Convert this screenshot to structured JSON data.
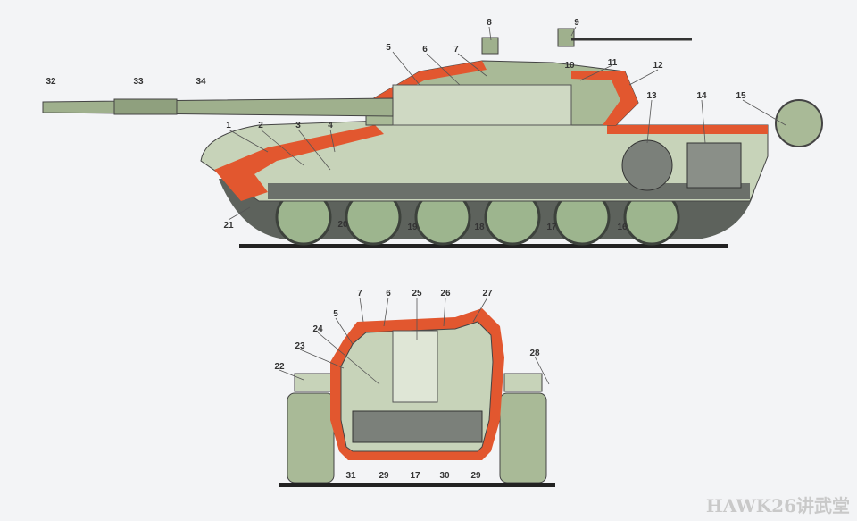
{
  "colors": {
    "background": "#f3f4f6",
    "armor": "#e2572f",
    "hull": "#b9c9a8",
    "dark": "#555a55",
    "ground": "#222222"
  },
  "side_view": {
    "labels": [
      "32",
      "33",
      "34",
      "1",
      "2",
      "3",
      "4",
      "5",
      "6",
      "7",
      "8",
      "9",
      "10",
      "11",
      "12",
      "13",
      "14",
      "15",
      "16",
      "17",
      "18",
      "19",
      "20",
      "21"
    ]
  },
  "front_view": {
    "labels": [
      "7",
      "6",
      "25",
      "26",
      "27",
      "5",
      "24",
      "23",
      "22",
      "28",
      "31",
      "29",
      "17",
      "30",
      "29"
    ]
  },
  "watermark": "HAWK26讲武堂"
}
